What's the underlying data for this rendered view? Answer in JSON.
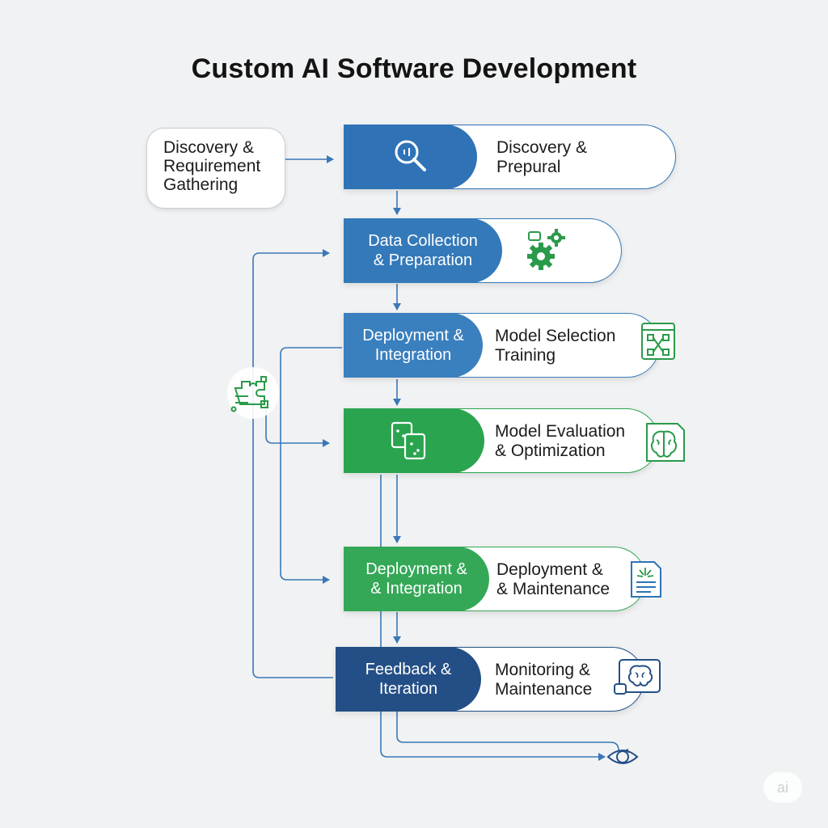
{
  "title": "Custom AI Software Development",
  "start_box": {
    "line1": "Discovery &",
    "line2": "Requirement",
    "line3": "Gathering"
  },
  "steps": [
    {
      "pill_line1": "",
      "pill_line2": "",
      "right_line1": "Discovery &",
      "right_line2": "Prepural",
      "pill_color": "#2f73b6",
      "icon": "search-magnifier-icon"
    },
    {
      "pill_line1": "Data Collection",
      "pill_line2": "& Preparation",
      "right_line1": "",
      "right_line2": "",
      "pill_color": "#3479b9",
      "icon": "gears-icon"
    },
    {
      "pill_line1": "Deployment &",
      "pill_line2": "Integration",
      "right_line1": "Model Selection",
      "right_line2": "Training",
      "pill_color": "#3a7fbe",
      "icon": "model-diagram-icon"
    },
    {
      "pill_line1": "",
      "pill_line2": "",
      "right_line1": "Model Evaluation",
      "right_line2": "& Optimization",
      "pill_color": "#2aa44f",
      "icon": "brain-icon"
    },
    {
      "pill_line1": "Deployment &",
      "pill_line2": "& Integration",
      "right_line1": "Deployment &",
      "right_line2": "& Maintenance",
      "pill_color": "#34a857",
      "icon": "document-chart-icon"
    },
    {
      "pill_line1": "Feedback &",
      "pill_line2": "Iteration",
      "right_line1": "Monitoring &",
      "right_line2": "Maintenance",
      "pill_color": "#244f86",
      "icon": "monitor-brain-icon"
    }
  ],
  "colors": {
    "blue": "#2f73b6",
    "green": "#2aa44f",
    "navy": "#244f86",
    "connector": "#3a78b8",
    "icon_green": "#2a9a4a"
  },
  "watermark": "ai",
  "side_icon": "puzzle-circuit-icon",
  "end_icon": "refresh-cycle-icon"
}
